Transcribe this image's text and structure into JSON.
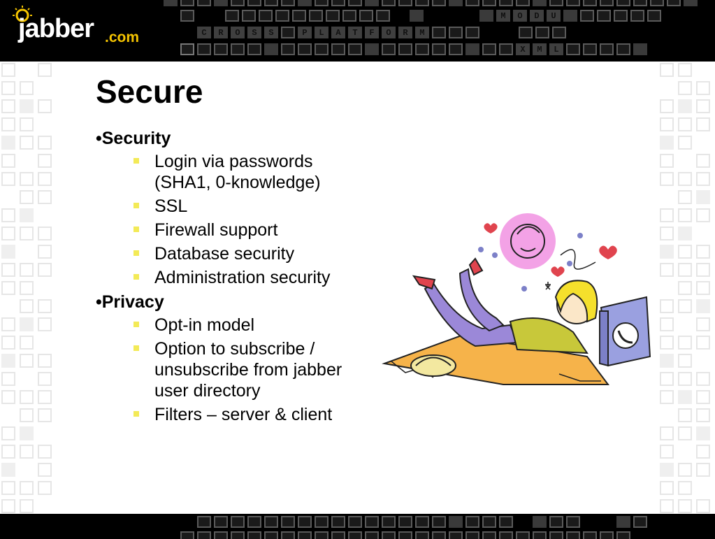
{
  "header": {
    "logo_word": "jabber",
    "logo_suffix": ".com",
    "tile_letters_1": [
      "M",
      "O",
      "D",
      "U"
    ],
    "tile_letters_2": [
      "C",
      "R",
      "O",
      "S",
      "S"
    ],
    "tile_letters_3": [
      "P",
      "L",
      "A",
      "T",
      "F",
      "O",
      "R",
      "M"
    ],
    "tile_letters_4": [
      "X",
      "M",
      "L"
    ]
  },
  "slide": {
    "title": "Secure",
    "sections": [
      {
        "heading": "•Security",
        "items": [
          "Login via passwords (SHA1, 0-knowledge)",
          "SSL",
          "Firewall support",
          "Database security",
          "Administration security"
        ]
      },
      {
        "heading": "•Privacy",
        "items": [
          "Opt-in model",
          "Option to subscribe / unsubscribe from jabber user directory",
          "Filters – server & client"
        ]
      }
    ]
  },
  "colors": {
    "bullet": "#f3ea57",
    "logo_accent": "#f5c400",
    "band": "#000000"
  },
  "illustration": {
    "icon": "girl-on-phone-illustration"
  }
}
